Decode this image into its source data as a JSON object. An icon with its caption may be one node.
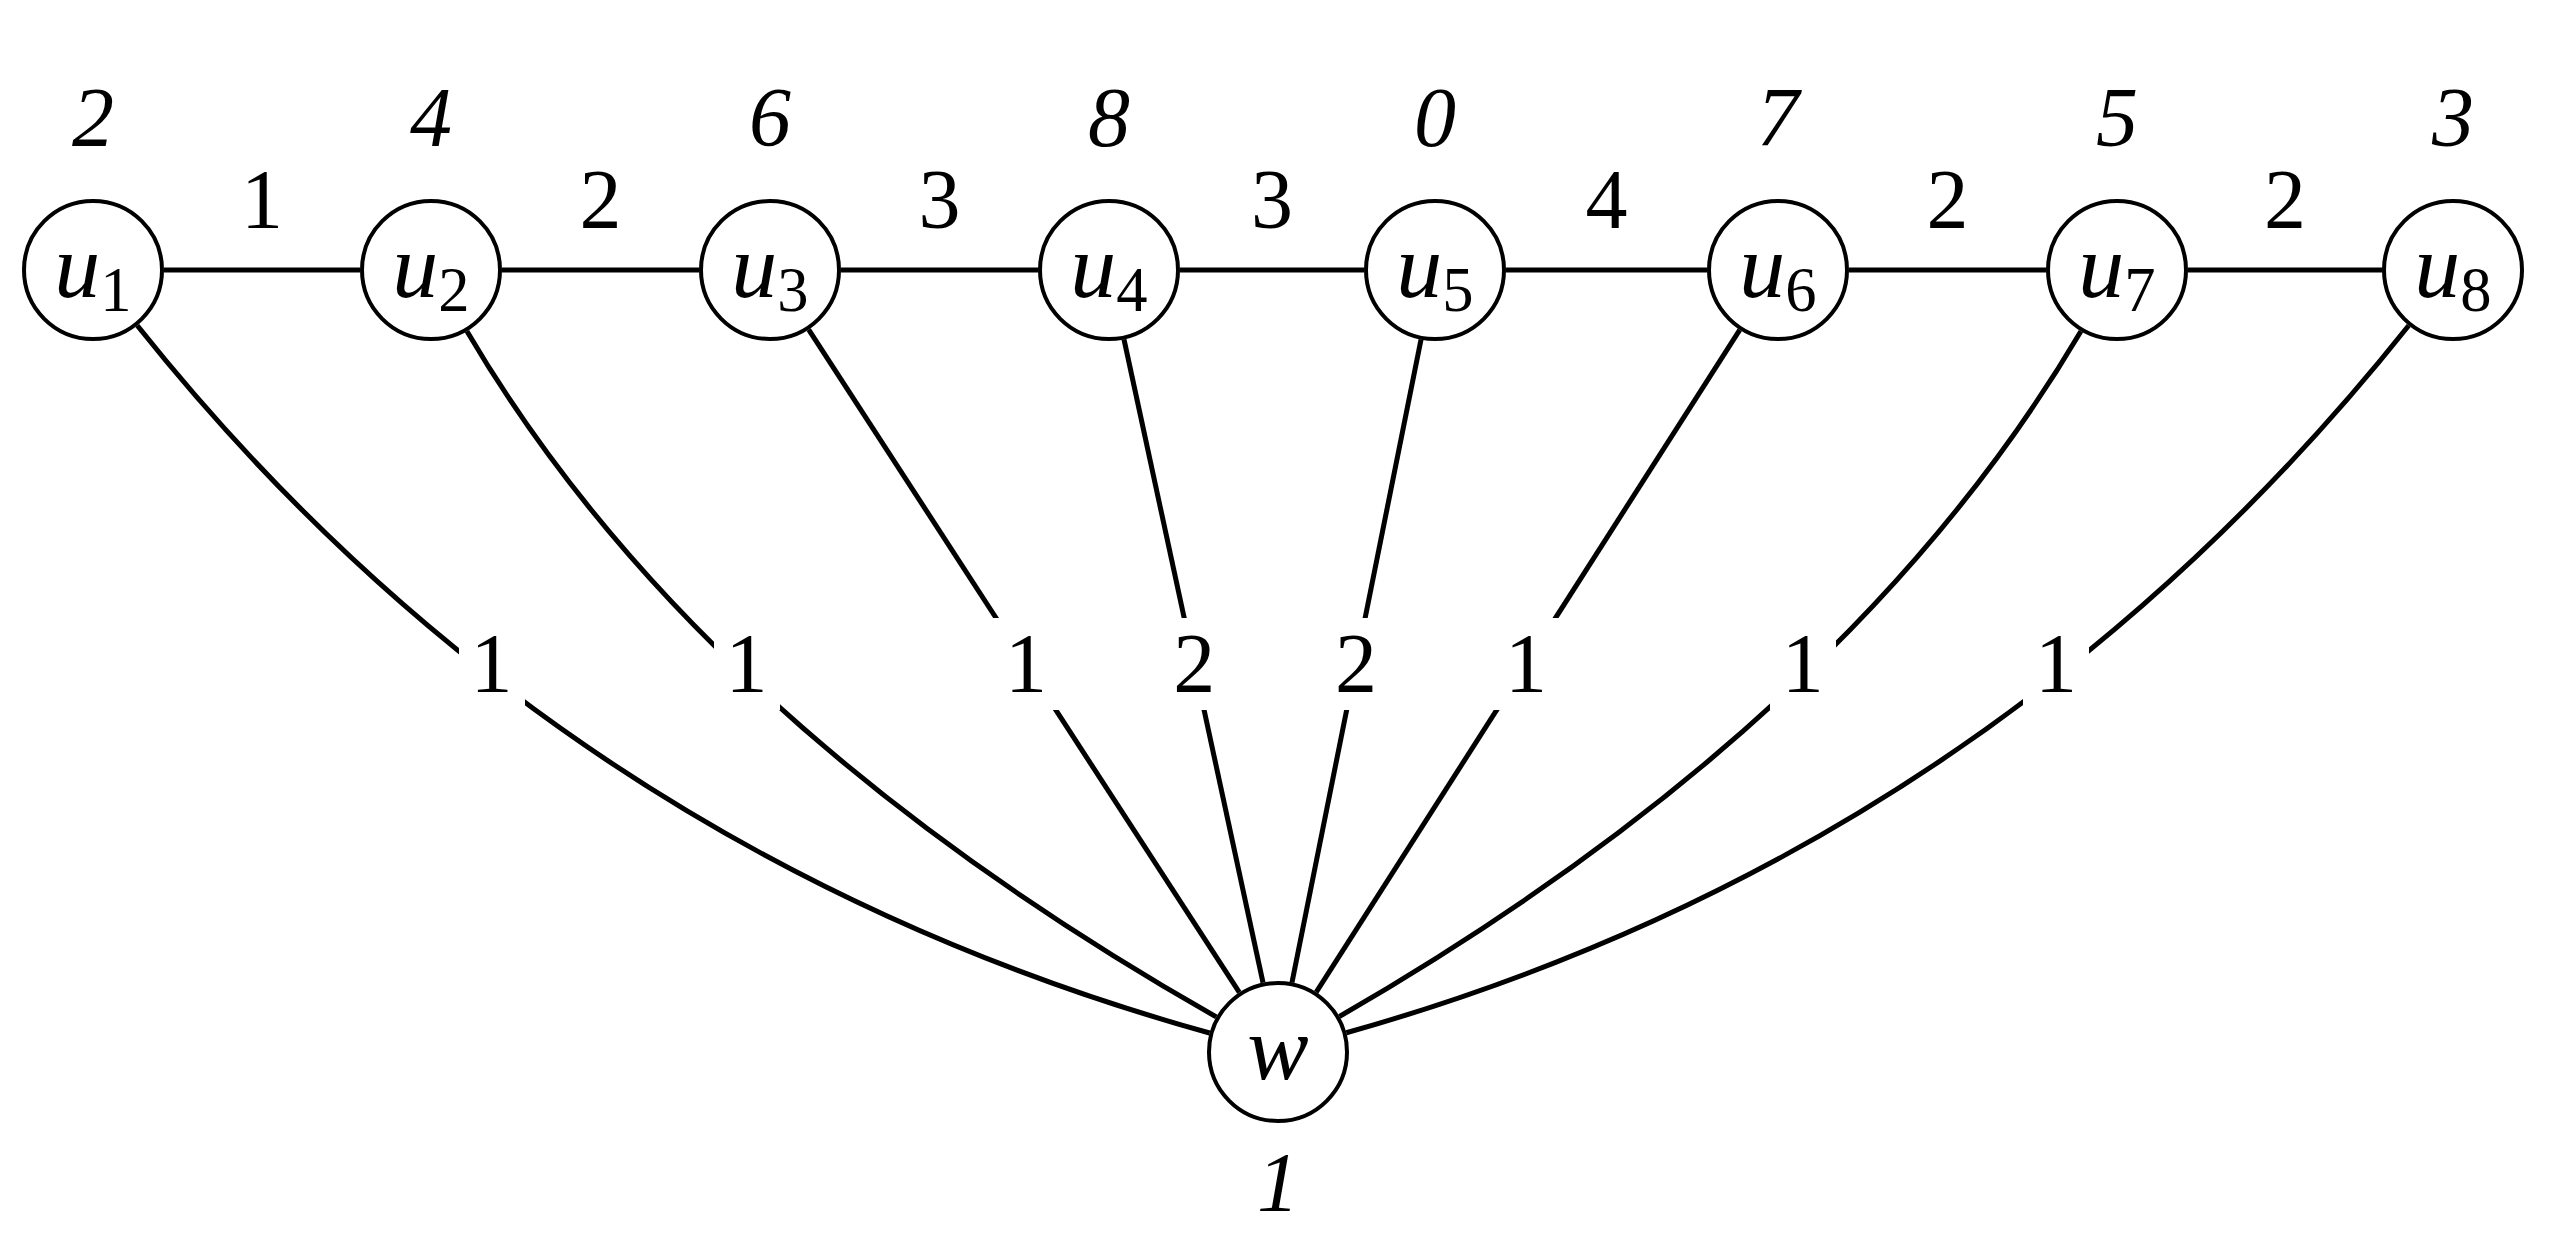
{
  "diagram": {
    "nodes": [
      {
        "text": [
          "u$_{1}$"
        ],
        "beside": [
          "2"
        ]
      },
      {
        "text": [
          "u$_{2}$"
        ],
        "beside": [
          "4"
        ]
      },
      {
        "text": [
          "u$_{3}$"
        ],
        "beside": [
          "6"
        ]
      },
      {
        "text": [
          "u$_{4}$"
        ],
        "beside": [
          "8"
        ]
      },
      {
        "text": [
          "u$_{5}$"
        ],
        "beside": [
          "0"
        ]
      },
      {
        "text": [
          "u$_{6}$"
        ],
        "beside": [
          "7"
        ]
      },
      {
        "text": [
          "u$_{7}$"
        ],
        "beside": [
          "5"
        ]
      },
      {
        "text": [
          "u$_{8}$"
        ],
        "beside": [
          "3"
        ]
      },
      {
        "text": [
          "w"
        ],
        "beside": [
          "1"
        ]
      }
    ],
    "edges": [
      {
        "from": 0,
        "to": 1,
        "arrow": "none",
        "label": "1"
      },
      {
        "from": 1,
        "to": 2,
        "arrow": "none",
        "label": "2"
      },
      {
        "from": 2,
        "to": 3,
        "arrow": "none",
        "label": "3"
      },
      {
        "from": 3,
        "to": 4,
        "arrow": "none",
        "label": "3"
      },
      {
        "from": 4,
        "to": 5,
        "arrow": "none",
        "label": "4"
      },
      {
        "from": 5,
        "to": 6,
        "arrow": "none",
        "label": "2"
      },
      {
        "from": 6,
        "to": 7,
        "arrow": "none",
        "label": "2"
      },
      {
        "from": 0,
        "to": 8,
        "arrow": "none",
        "label": "1"
      },
      {
        "from": 1,
        "to": 8,
        "arrow": "none",
        "label": "1"
      },
      {
        "from": 2,
        "to": 8,
        "arrow": "none",
        "label": "1"
      },
      {
        "from": 3,
        "to": 8,
        "arrow": "none",
        "label": "2"
      },
      {
        "from": 4,
        "to": 8,
        "arrow": "none",
        "label": "2"
      },
      {
        "from": 5,
        "to": 8,
        "arrow": "none",
        "label": "1"
      },
      {
        "from": 6,
        "to": 8,
        "arrow": "none",
        "label": "1"
      },
      {
        "from": 7,
        "to": 8,
        "arrow": "none",
        "label": "1"
      }
    ]
  }
}
